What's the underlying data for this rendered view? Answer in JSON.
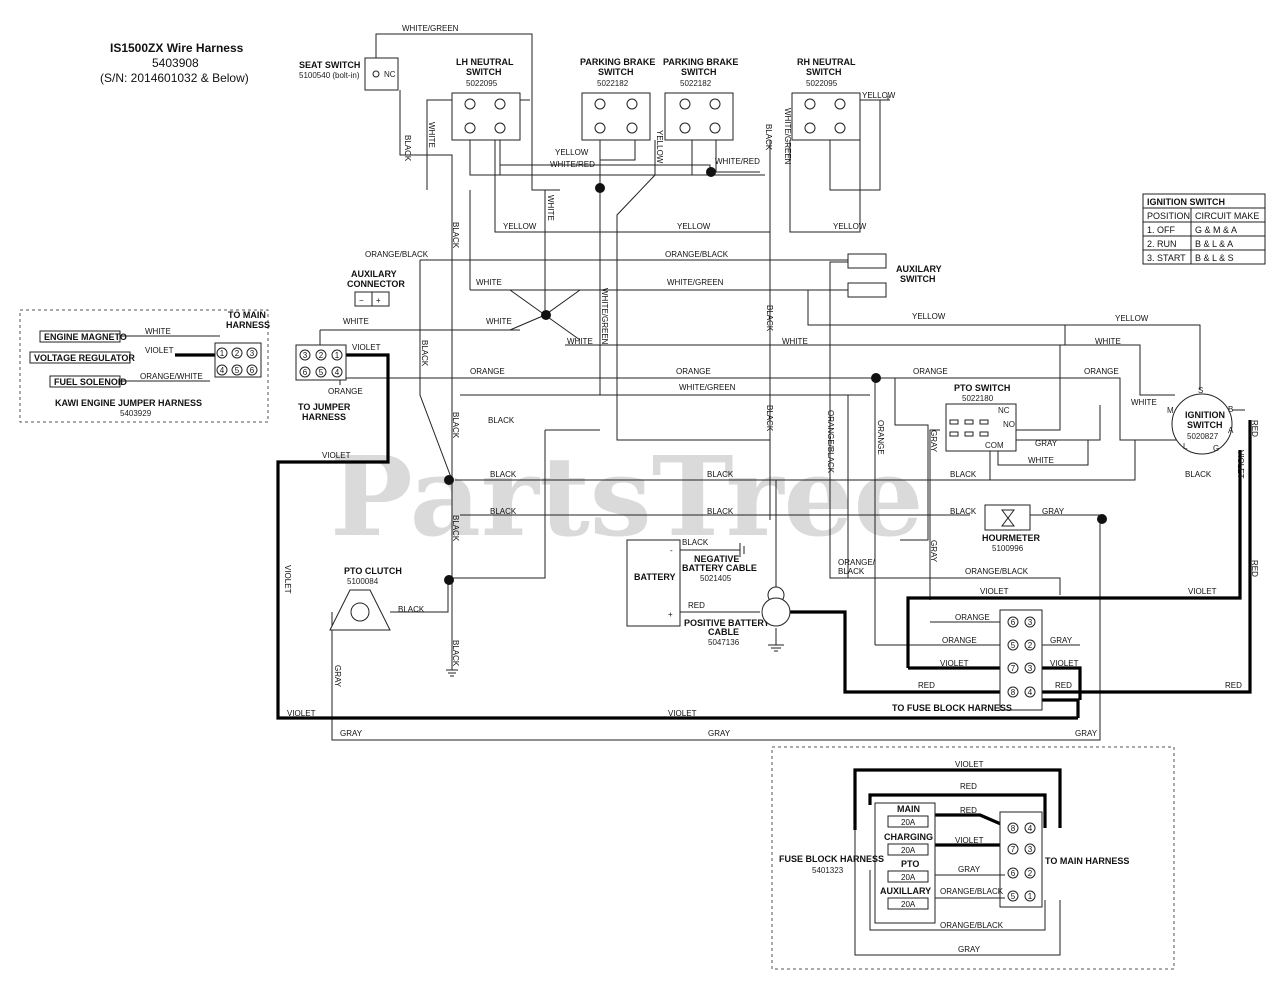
{
  "title": {
    "name": "IS1500ZX Wire Harness",
    "part": "5403908",
    "serial": "(S/N: 2014601032 & Below)"
  },
  "watermark": "PartsTree",
  "components": {
    "seat_switch": {
      "name": "SEAT SWITCH",
      "part": "5100540 (bolt-in)",
      "nc": "NC"
    },
    "lh_neutral": {
      "name1": "LH NEUTRAL",
      "name2": "SWITCH",
      "part": "5022095"
    },
    "park_brake_1": {
      "name1": "PARKING BRAKE",
      "name2": "SWITCH",
      "part": "5022182"
    },
    "park_brake_2": {
      "name1": "PARKING BRAKE",
      "name2": "SWITCH",
      "part": "5022182"
    },
    "rh_neutral": {
      "name1": "RH NEUTRAL",
      "name2": "SWITCH",
      "part": "5022095"
    },
    "aux_connector": {
      "name1": "AUXILARY",
      "name2": "CONNECTOR",
      "minus": "−",
      "plus": "+"
    },
    "aux_switch": {
      "name1": "AUXILARY",
      "name2": "SWITCH"
    },
    "to_main_harness": {
      "name1": "TO MAIN",
      "name2": "HARNESS"
    },
    "kawi": {
      "name": "KAWI ENGINE JUMPER HARNESS",
      "part": "5403929",
      "magneto": "ENGINE MAGNETO",
      "regulator": "VOLTAGE REGULATOR",
      "solenoid": "FUEL SOLENOID"
    },
    "to_jumper": {
      "name1": "TO JUMPER",
      "name2": "HARNESS"
    },
    "pto_switch": {
      "name": "PTO SWITCH",
      "part": "5022180",
      "nc": "NC",
      "no": "NO",
      "com": "COM"
    },
    "ignition": {
      "name1": "IGNITION",
      "name2": "SWITCH",
      "part": "5020827",
      "s": "S",
      "m": "M",
      "b": "B",
      "l": "L",
      "g": "G",
      "a": "A"
    },
    "hourmeter": {
      "name": "HOURMETER",
      "part": "5100996"
    },
    "battery": {
      "name": "BATTERY",
      "neg_sign": "-",
      "pos_sign": "+"
    },
    "neg_cable": {
      "name1": "NEGATIVE",
      "name2": "BATTERY CABLE",
      "part": "5021405"
    },
    "pos_cable": {
      "name1": "POSITIVE BATTERY",
      "name2": "CABLE",
      "part": "5047136"
    },
    "pto_clutch": {
      "name": "PTO CLUTCH",
      "part": "5100084"
    },
    "to_fuse_block": "TO FUSE BLOCK HARNESS",
    "fuse_block": {
      "name": "FUSE BLOCK HARNESS",
      "part": "5401323",
      "to_main": "TO MAIN HARNESS"
    },
    "fuses": [
      {
        "label": "MAIN",
        "rating": "20A"
      },
      {
        "label": "CHARGING",
        "rating": "20A"
      },
      {
        "label": "PTO",
        "rating": "20A"
      },
      {
        "label": "AUXILLARY",
        "rating": "20A"
      }
    ]
  },
  "ignition_table": {
    "title": "IGNITION SWITCH",
    "headers": [
      "POSITION",
      "CIRCUIT MAKE"
    ],
    "rows": [
      [
        "1. OFF",
        "G & M & A"
      ],
      [
        "2. RUN",
        "B & L & A"
      ],
      [
        "3. START",
        "B & L & S"
      ]
    ]
  },
  "wires": {
    "white_green": "WHITE/GREEN",
    "white_red": "WHITE/RED",
    "yellow": "YELLOW",
    "white": "WHITE",
    "black": "BLACK",
    "orange_black": "ORANGE/BLACK",
    "orange_black_split": "ORANGE/",
    "black_split": "BLACK",
    "orange": "ORANGE",
    "violet": "VIOLET",
    "orange_white": "ORANGE/WHITE",
    "gray": "GRAY",
    "red": "RED"
  },
  "pins": {
    "main_conn": [
      "3",
      "2",
      "1",
      "6",
      "5",
      "4"
    ],
    "kawi_conn": [
      "1",
      "2",
      "3",
      "4",
      "5",
      "6"
    ],
    "block_left": [
      "6",
      "5",
      "7",
      "8"
    ],
    "block_right": [
      "3",
      "2",
      "3",
      "4"
    ],
    "fuse_left": [
      "8",
      "7",
      "6",
      "5"
    ],
    "fuse_right": [
      "4",
      "3",
      "2",
      "1"
    ]
  }
}
